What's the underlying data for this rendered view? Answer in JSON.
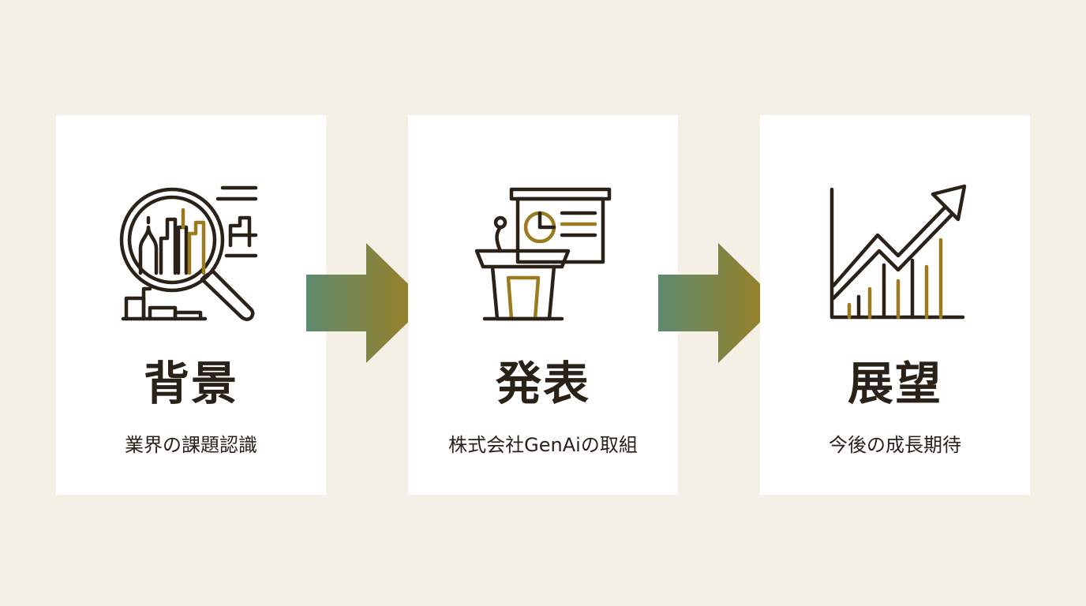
{
  "steps": [
    {
      "title": "背景",
      "subtitle": "業界の課題認識",
      "icon": "magnifying-glass-chart-icon"
    },
    {
      "title": "発表",
      "subtitle": "株式会社GenAiの取組",
      "icon": "podium-presentation-icon"
    },
    {
      "title": "展望",
      "subtitle": "今後の成長期待",
      "icon": "growth-chart-icon"
    }
  ],
  "colors": {
    "background": "#f4f0e6",
    "card": "#ffffff",
    "ink": "#2a2118",
    "gold": "#9a7b1f",
    "arrow_start": "#5e8a6e",
    "arrow_end": "#a07f1e"
  }
}
